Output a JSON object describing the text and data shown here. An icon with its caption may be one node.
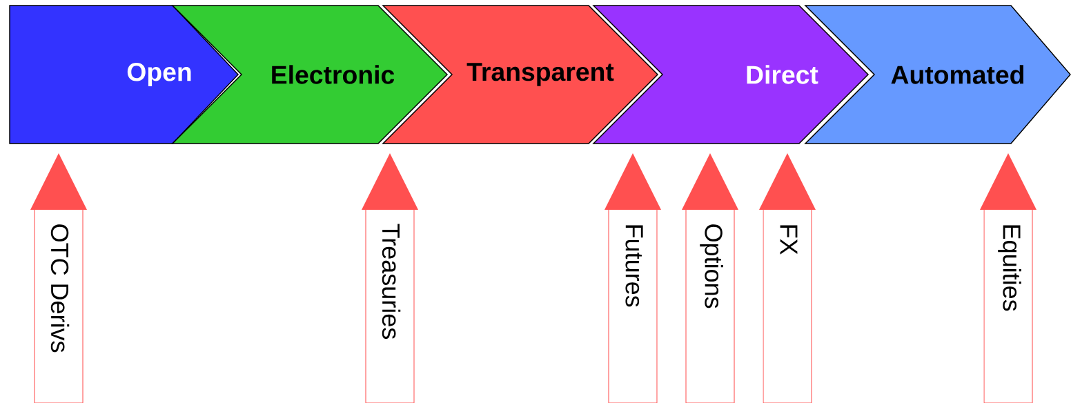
{
  "diagram": {
    "nodes": [
      {
        "text": [
          "Open"
        ]
      },
      {
        "text": [
          "Electronic"
        ]
      },
      {
        "text": [
          "Transparent"
        ]
      },
      {
        "text": [
          "Direct"
        ]
      },
      {
        "text": [
          "Automated"
        ]
      },
      {
        "text": [
          "OTC Derivs"
        ]
      },
      {
        "text": [
          "Treasuries"
        ]
      },
      {
        "text": [
          "Futures"
        ]
      },
      {
        "text": [
          "Options"
        ]
      },
      {
        "text": [
          "FX"
        ]
      },
      {
        "text": [
          "Equities"
        ]
      }
    ]
  }
}
